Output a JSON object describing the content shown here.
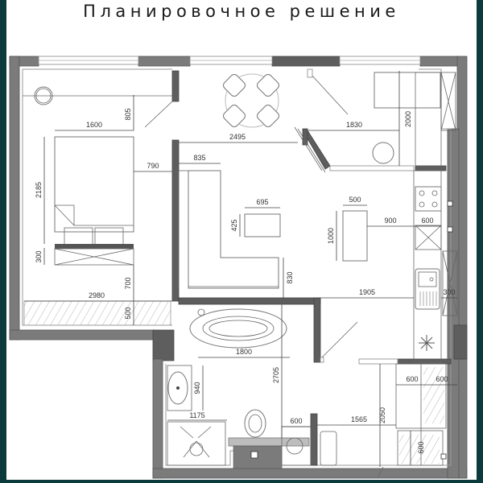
{
  "title": "Планировочное решение",
  "colors": {
    "frame": "#0d3b3d",
    "wall": "#7b7b7b",
    "wall_dark": "#5e5e5e",
    "background": "#ffffff"
  },
  "rooms": {
    "bedroom": {
      "dims": {
        "bed_width": "1600",
        "bed_length": "2185",
        "top_clearance": "805",
        "side_clearance": "790",
        "wardrobe_depth": "300",
        "bottom_clearance": "700",
        "room_width": "2980",
        "balcony_depth": "500"
      }
    },
    "living": {
      "dims": {
        "dining_width": "2495",
        "sofa_width": "835",
        "coffee_table_width": "695",
        "coffee_table_depth": "425",
        "sofa_depth": "830",
        "hallway_width": "1830",
        "closet_length": "2000"
      }
    },
    "kitchen": {
      "dims": {
        "island_width": "500",
        "island_length": "1000",
        "aisle": "900",
        "counter_depth": "600",
        "side_cabinet": "300",
        "passage": "1905"
      }
    },
    "bathroom": {
      "dims": {
        "bathtub_length": "1800",
        "vanity_length": "940",
        "shower_width": "1175",
        "room_length": "2705",
        "washer_width": "600"
      }
    },
    "hall": {
      "dims": {
        "hall_width": "1565",
        "wardrobe_length": "2050",
        "wardrobe_depth_1": "600",
        "wardrobe_depth_2": "600",
        "shoe_cabinet": "600"
      }
    }
  }
}
